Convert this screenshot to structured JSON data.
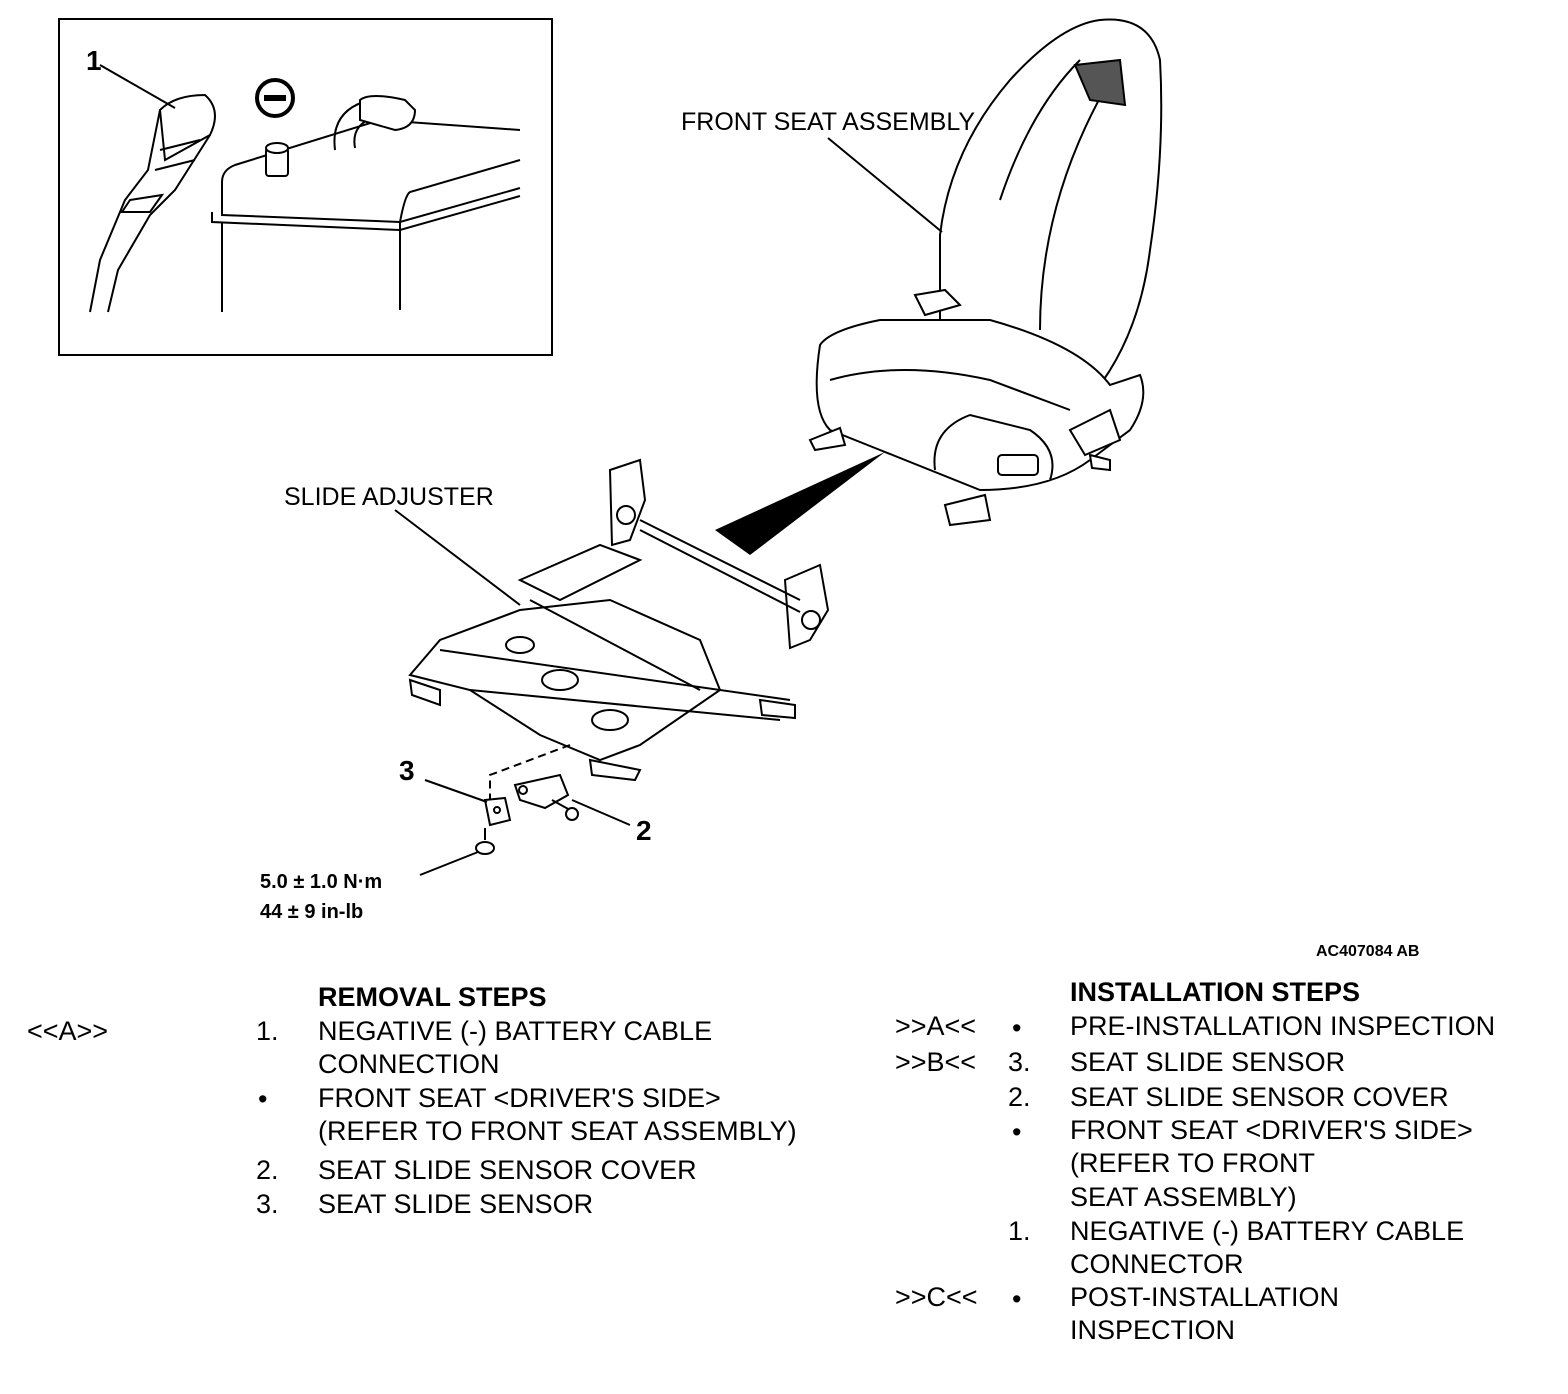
{
  "figure": {
    "callouts": {
      "front_seat_assembly": "FRONT SEAT ASSEMBLY",
      "slide_adjuster": "SLIDE ADJUSTER",
      "item_1": "1",
      "item_2": "2",
      "item_3": "3",
      "torque_metric": "5.0 ± 1.0 N·m",
      "torque_imperial": "44 ± 9 in-lb",
      "figure_code": "AC407084 AB"
    },
    "icons": [
      "negative-terminal-icon",
      "battery-icon",
      "cable-icon",
      "front-seat-icon",
      "slide-adjuster-icon",
      "seat-slide-sensor-icon",
      "sensor-cover-icon",
      "bolt-icon",
      "screw-icon"
    ]
  },
  "removal": {
    "heading": "REMOVAL STEPS",
    "steps": [
      {
        "ref": "<<A>>",
        "marker": "1.",
        "lines": [
          "NEGATIVE (-) BATTERY CABLE",
          "CONNECTION"
        ]
      },
      {
        "ref": "",
        "marker": "•",
        "lines": [
          "FRONT SEAT <DRIVER'S SIDE>",
          "(REFER TO FRONT SEAT ASSEMBLY)"
        ]
      },
      {
        "ref": "",
        "marker": "2.",
        "lines": [
          "SEAT SLIDE SENSOR COVER"
        ]
      },
      {
        "ref": "",
        "marker": "3.",
        "lines": [
          "SEAT SLIDE SENSOR"
        ]
      }
    ]
  },
  "installation": {
    "heading": "INSTALLATION STEPS",
    "steps": [
      {
        "ref": ">>A<<",
        "marker": "•",
        "lines": [
          "PRE-INSTALLATION INSPECTION"
        ]
      },
      {
        "ref": ">>B<<",
        "marker": "3.",
        "lines": [
          "SEAT SLIDE SENSOR"
        ]
      },
      {
        "ref": "",
        "marker": "2.",
        "lines": [
          "SEAT SLIDE SENSOR COVER"
        ]
      },
      {
        "ref": "",
        "marker": "•",
        "lines": [
          "FRONT SEAT <DRIVER'S SIDE>",
          "(REFER TO FRONT",
          "SEAT ASSEMBLY)"
        ]
      },
      {
        "ref": "",
        "marker": "1.",
        "lines": [
          "NEGATIVE (-) BATTERY CABLE",
          "CONNECTOR"
        ]
      },
      {
        "ref": ">>C<<",
        "marker": "•",
        "lines": [
          "POST-INSTALLATION",
          "INSPECTION"
        ]
      }
    ]
  }
}
